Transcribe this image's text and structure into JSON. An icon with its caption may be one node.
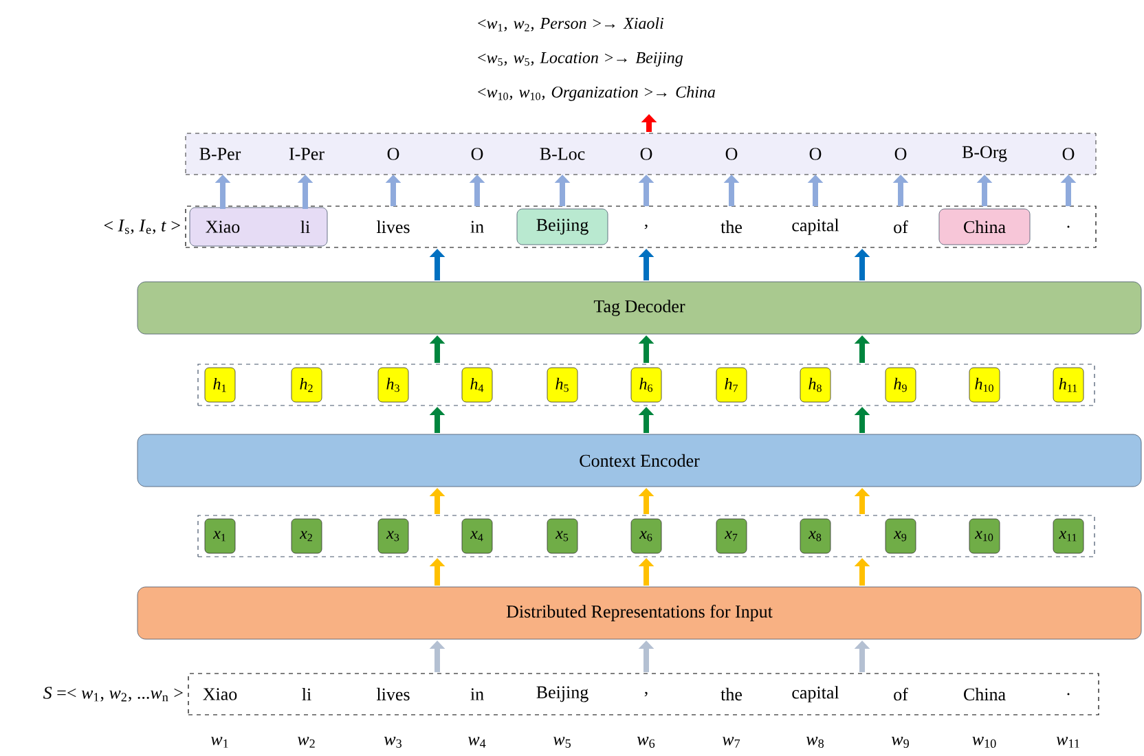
{
  "diagram": {
    "nodes": [
      {
        "text": [
          "<*w*$_{1}$, *w*$_{2}$, *Person* >→ *Xiaoli*",
          "<*w*$_{5}$, *w*$_{5}$, *Location* >→ *Beijing*",
          "<*w*$_{10}$, *w*$_{10}$, *Organization* >→ *China*"
        ]
      },
      {
        "text": [],
        "shape": "box"
      },
      {
        "text": [
          "B-Per"
        ],
        "in": 1
      },
      {
        "text": [
          "I-Per"
        ],
        "in": 1
      },
      {
        "text": [
          "O"
        ],
        "in": 1
      },
      {
        "text": [
          "O"
        ],
        "in": 1
      },
      {
        "text": [
          "B-Loc"
        ],
        "in": 1
      },
      {
        "text": [
          "O"
        ],
        "in": 1
      },
      {
        "text": [
          "O"
        ],
        "in": 1
      },
      {
        "text": [
          "O"
        ],
        "in": 1
      },
      {
        "text": [
          "O"
        ],
        "in": 1
      },
      {
        "text": [
          "B-Org"
        ],
        "in": 1
      },
      {
        "text": [
          "O"
        ],
        "in": 1
      },
      {
        "text": [],
        "shape": "box",
        "beside": [
          "< *I*$_{s}$, *I*$_{e}$, *t* >"
        ]
      },
      {
        "text": [],
        "shape": "box",
        "in": 13
      },
      {
        "text": [
          "Xiao"
        ],
        "in": 14
      },
      {
        "text": [
          "li"
        ],
        "in": 14
      },
      {
        "text": [
          "lives"
        ],
        "in": 13
      },
      {
        "text": [
          "in"
        ],
        "in": 13
      },
      {
        "text": [
          "Beijing"
        ],
        "in": 13
      },
      {
        "text": [
          ","
        ],
        "in": 13
      },
      {
        "text": [
          "the"
        ],
        "in": 13
      },
      {
        "text": [
          "capital"
        ],
        "in": 13
      },
      {
        "text": [
          "of"
        ],
        "in": 13
      },
      {
        "text": [
          "China"
        ],
        "in": 13
      },
      {
        "text": [
          "."
        ],
        "in": 13
      },
      {
        "text": [
          "Tag Decoder"
        ]
      },
      {
        "text": [],
        "shape": "box"
      },
      {
        "text": [
          "*h*$_{1}$"
        ],
        "in": 27
      },
      {
        "text": [
          "*h*$_{2}$"
        ],
        "in": 27
      },
      {
        "text": [
          "*h*$_{3}$"
        ],
        "in": 27
      },
      {
        "text": [
          "*h*$_{4}$"
        ],
        "in": 27
      },
      {
        "text": [
          "*h*$_{5}$"
        ],
        "in": 27
      },
      {
        "text": [
          "*h*$_{6}$"
        ],
        "in": 27
      },
      {
        "text": [
          "*h*$_{7}$"
        ],
        "in": 27
      },
      {
        "text": [
          "*h*$_{8}$"
        ],
        "in": 27
      },
      {
        "text": [
          "*h*$_{9}$"
        ],
        "in": 27
      },
      {
        "text": [
          "*h*$_{10}$"
        ],
        "in": 27
      },
      {
        "text": [
          "*h*$_{11}$"
        ],
        "in": 27
      },
      {
        "text": [
          "Context Encoder"
        ]
      },
      {
        "text": [],
        "shape": "box"
      },
      {
        "text": [
          "*x*$_{1}$"
        ],
        "in": 40
      },
      {
        "text": [
          "*x*$_{2}$"
        ],
        "in": 40
      },
      {
        "text": [
          "*x*$_{3}$"
        ],
        "in": 40
      },
      {
        "text": [
          "*x*$_{4}$"
        ],
        "in": 40
      },
      {
        "text": [
          "*x*$_{5}$"
        ],
        "in": 40
      },
      {
        "text": [
          "*x*$_{6}$"
        ],
        "in": 40
      },
      {
        "text": [
          "*x*$_{7}$"
        ],
        "in": 40
      },
      {
        "text": [
          "*x*$_{8}$"
        ],
        "in": 40
      },
      {
        "text": [
          "*x*$_{9}$"
        ],
        "in": 40
      },
      {
        "text": [
          "*x*$_{10}$"
        ],
        "in": 40
      },
      {
        "text": [
          "*x*$_{11}$"
        ],
        "in": 40
      },
      {
        "text": [
          "Distributed Representations for Input"
        ]
      },
      {
        "text": [],
        "shape": "box",
        "beside": [
          "*S* =< *w*$_{1}$, *w*$_{2}$, ...*w*$_{n}$ >"
        ]
      },
      {
        "text": [
          "Xiao"
        ],
        "in": 53
      },
      {
        "text": [
          "li"
        ],
        "in": 53
      },
      {
        "text": [
          "lives"
        ],
        "in": 53
      },
      {
        "text": [
          "in"
        ],
        "in": 53
      },
      {
        "text": [
          "Beijing"
        ],
        "in": 53
      },
      {
        "text": [
          ","
        ],
        "in": 53
      },
      {
        "text": [
          "the"
        ],
        "in": 53
      },
      {
        "text": [
          "capital"
        ],
        "in": 53
      },
      {
        "text": [
          "of"
        ],
        "in": 53
      },
      {
        "text": [
          "China"
        ],
        "in": 53
      },
      {
        "text": [
          "."
        ],
        "in": 53
      }
    ],
    "edges": [
      {
        "from": 1,
        "to": 0,
        "arrow": "to",
        "color": "#ff0000"
      },
      {
        "from": 15,
        "to": 2,
        "arrow": "to"
      },
      {
        "from": 16,
        "to": 3,
        "arrow": "to"
      },
      {
        "from": 17,
        "to": 4,
        "arrow": "to"
      },
      {
        "from": 18,
        "to": 5,
        "arrow": "to"
      },
      {
        "from": 19,
        "to": 6,
        "arrow": "to"
      },
      {
        "from": 20,
        "to": 7,
        "arrow": "to"
      },
      {
        "from": 21,
        "to": 8,
        "arrow": "to"
      },
      {
        "from": 22,
        "to": 9,
        "arrow": "to"
      },
      {
        "from": 23,
        "to": 10,
        "arrow": "to"
      },
      {
        "from": 24,
        "to": 11,
        "arrow": "to"
      },
      {
        "from": 25,
        "to": 12,
        "arrow": "to"
      },
      {
        "from": 26,
        "to": 13,
        "arrow": "to",
        "color": "#0070c0"
      },
      {
        "from": 26,
        "to": 13,
        "arrow": "to",
        "color": "#0070c0"
      },
      {
        "from": 26,
        "to": 13,
        "arrow": "to",
        "color": "#0070c0"
      },
      {
        "from": 27,
        "to": 26,
        "arrow": "to",
        "color": "#00853e"
      },
      {
        "from": 27,
        "to": 26,
        "arrow": "to",
        "color": "#00853e"
      },
      {
        "from": 27,
        "to": 26,
        "arrow": "to",
        "color": "#00853e"
      },
      {
        "from": 39,
        "to": 27,
        "arrow": "to",
        "color": "#00853e"
      },
      {
        "from": 39,
        "to": 27,
        "arrow": "to",
        "color": "#00853e"
      },
      {
        "from": 39,
        "to": 27,
        "arrow": "to",
        "color": "#00853e"
      },
      {
        "from": 40,
        "to": 39,
        "arrow": "to",
        "color": "#ffc000"
      },
      {
        "from": 40,
        "to": 39,
        "arrow": "to",
        "color": "#ffc000"
      },
      {
        "from": 40,
        "to": 39,
        "arrow": "to",
        "color": "#ffc000"
      },
      {
        "from": 52,
        "to": 40,
        "arrow": "to",
        "color": "#ffc000"
      },
      {
        "from": 52,
        "to": 40,
        "arrow": "to",
        "color": "#ffc000"
      },
      {
        "from": 52,
        "to": 40,
        "arrow": "to",
        "color": "#ffc000"
      },
      {
        "from": 53,
        "to": 52,
        "arrow": "to",
        "color": "#b4c0d2"
      },
      {
        "from": 53,
        "to": 52,
        "arrow": "to",
        "color": "#b4c0d2"
      },
      {
        "from": 53,
        "to": 52,
        "arrow": "to",
        "color": "#b4c0d2"
      }
    ],
    "labels": [
      "*w*$_{1}$",
      "*w*$_{2}$",
      "*w*$_{3}$",
      "*w*$_{4}$",
      "*w*$_{5}$",
      "*w*$_{6}$",
      "*w*$_{7}$",
      "*w*$_{8}$",
      "*w*$_{9}$",
      "*w*$_{10}$",
      "*w*$_{11}$"
    ]
  }
}
